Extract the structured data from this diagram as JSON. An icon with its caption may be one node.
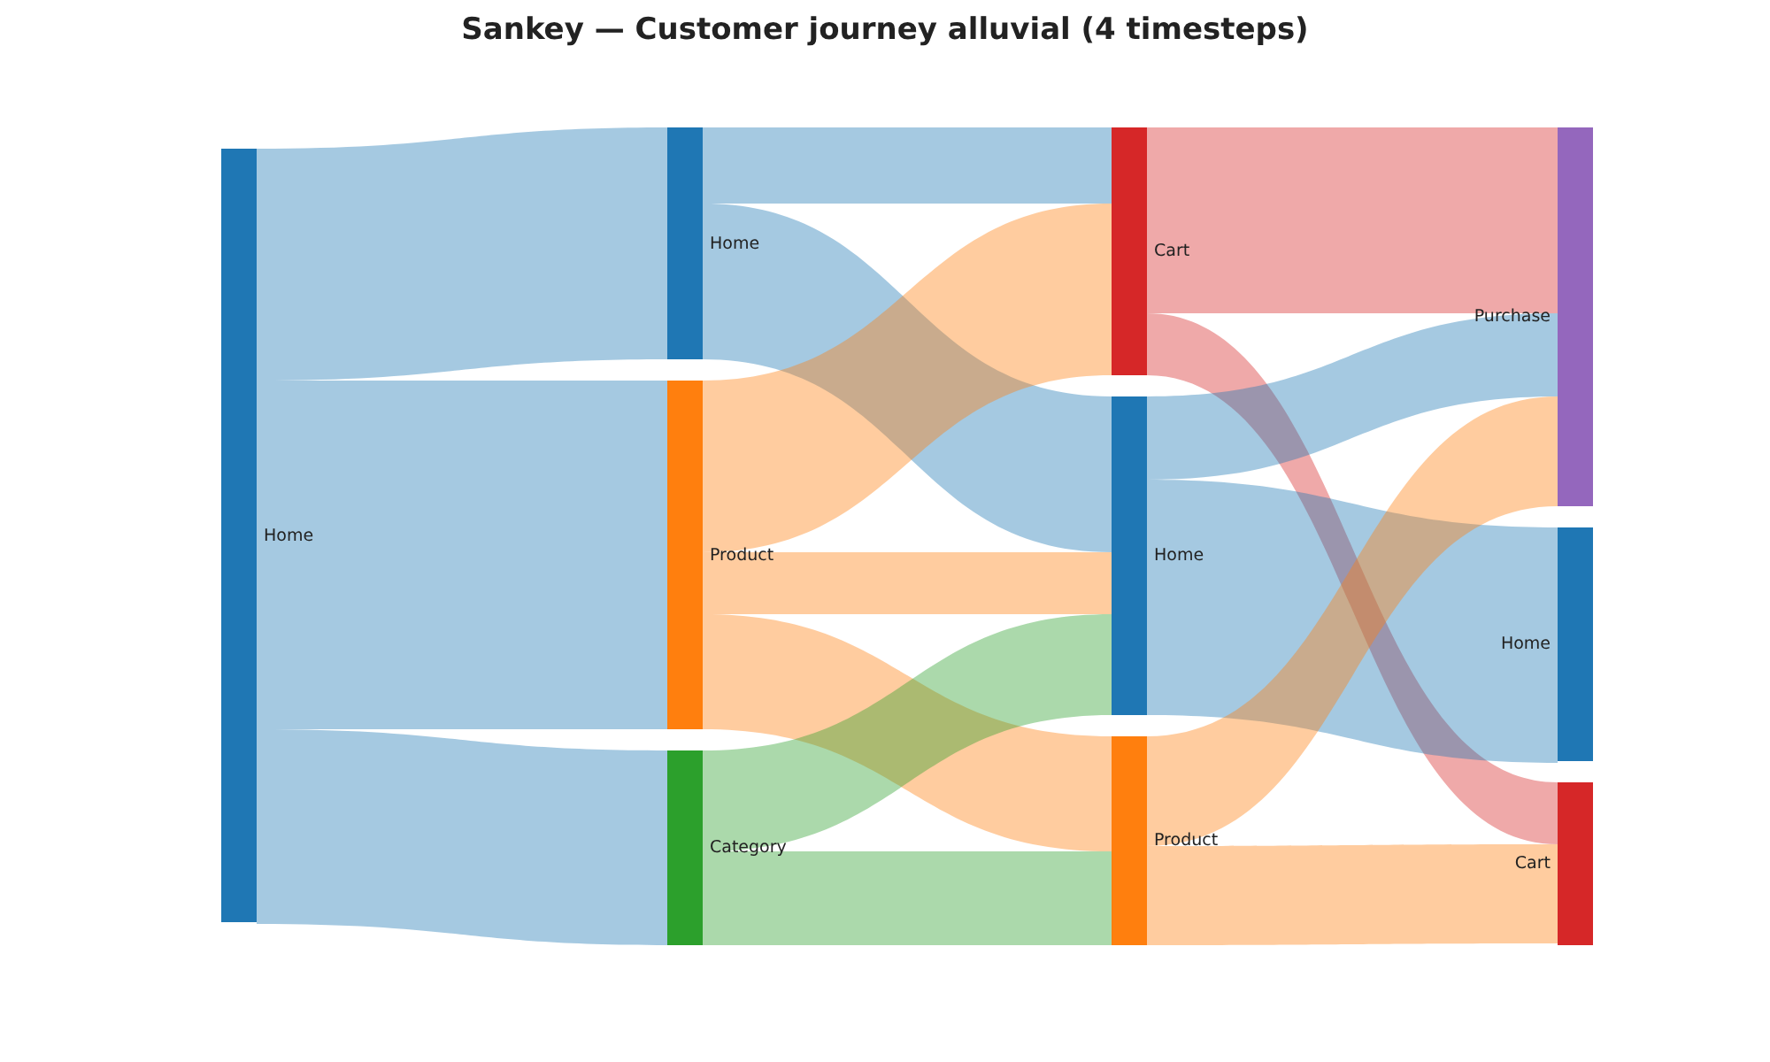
{
  "diagram": {
    "title": "Sankey — Customer journey alluvial (4 timesteps)",
    "nodes": [
      {
        "text": [
          "Home"
        ]
      },
      {
        "text": [
          "Home"
        ]
      },
      {
        "text": [
          "Product"
        ]
      },
      {
        "text": [
          "Category"
        ]
      },
      {
        "text": [
          "Cart"
        ]
      },
      {
        "text": [
          "Home"
        ]
      },
      {
        "text": [
          "Product"
        ]
      },
      {
        "text": [
          "Purchase"
        ]
      },
      {
        "text": [
          "Home"
        ]
      },
      {
        "text": [
          "Cart"
        ]
      }
    ],
    "edges": [
      {
        "from": 0,
        "to": 1,
        "arrow": "none",
        "color": "#1f77b4"
      },
      {
        "from": 0,
        "to": 2,
        "arrow": "none",
        "color": "#1f77b4"
      },
      {
        "from": 0,
        "to": 3,
        "arrow": "none",
        "color": "#1f77b4"
      },
      {
        "from": 1,
        "to": 4,
        "arrow": "none",
        "color": "#1f77b4"
      },
      {
        "from": 1,
        "to": 5,
        "arrow": "none",
        "color": "#1f77b4"
      },
      {
        "from": 2,
        "to": 4,
        "arrow": "none",
        "color": "#ff7f0e"
      },
      {
        "from": 2,
        "to": 5,
        "arrow": "none",
        "color": "#ff7f0e"
      },
      {
        "from": 2,
        "to": 6,
        "arrow": "none",
        "color": "#ff7f0e"
      },
      {
        "from": 3,
        "to": 5,
        "arrow": "none",
        "color": "#2ca02c"
      },
      {
        "from": 3,
        "to": 6,
        "arrow": "none",
        "color": "#2ca02c"
      },
      {
        "from": 4,
        "to": 7,
        "arrow": "none",
        "color": "#d62728"
      },
      {
        "from": 4,
        "to": 9,
        "arrow": "none",
        "color": "#d62728"
      },
      {
        "from": 5,
        "to": 7,
        "arrow": "none",
        "color": "#1f77b4"
      },
      {
        "from": 5,
        "to": 8,
        "arrow": "none",
        "color": "#1f77b4"
      },
      {
        "from": 6,
        "to": 7,
        "arrow": "none",
        "color": "#ff7f0e"
      },
      {
        "from": 6,
        "to": 9,
        "arrow": "none",
        "color": "#ff7f0e"
      }
    ]
  }
}
